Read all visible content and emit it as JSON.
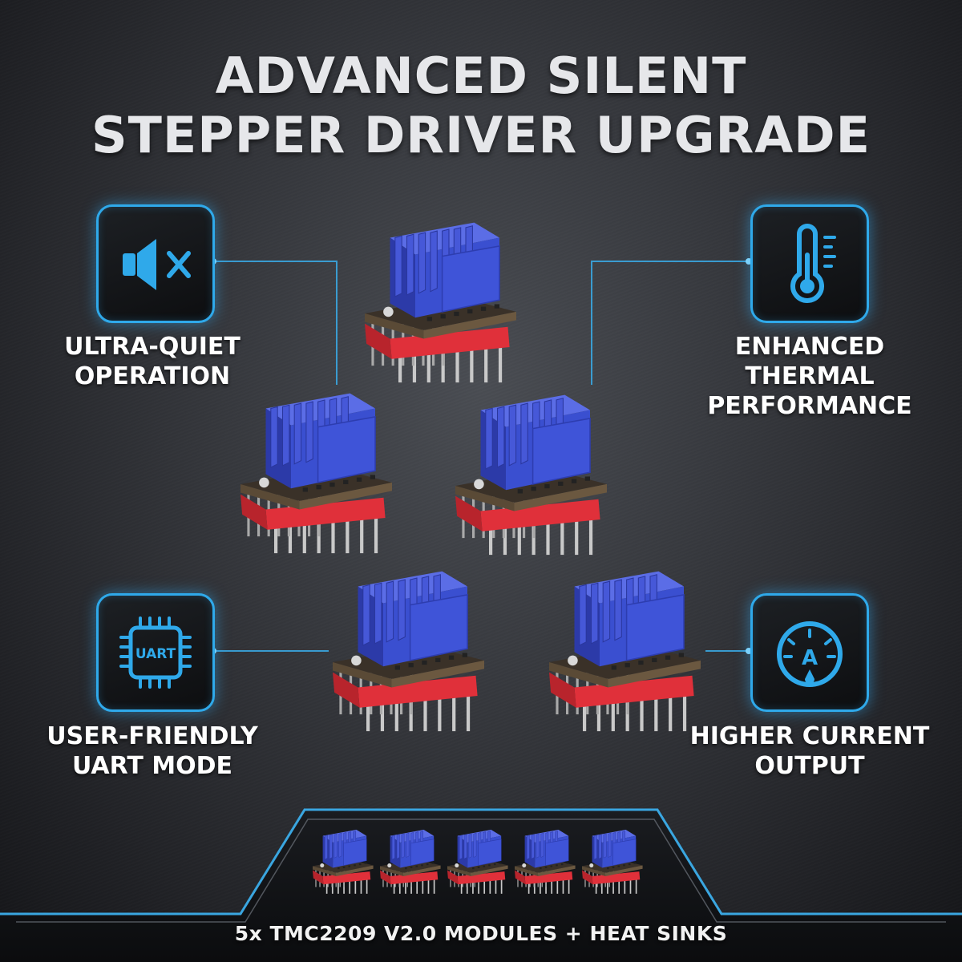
{
  "title": {
    "line1": "ADVANCED SILENT",
    "line2": "STEPPER DRIVER UPGRADE"
  },
  "features": [
    {
      "icon": "speaker-mute-icon",
      "line1": "ULTRA-QUIET",
      "line2": "OPERATION"
    },
    {
      "icon": "thermometer-icon",
      "line1": "ENHANCED",
      "line2": "THERMAL",
      "line3": "PERFORMANCE"
    },
    {
      "icon": "uart-chip-icon",
      "icon_text": "UART",
      "line1": "USER-FRIENDLY",
      "line2": "UART MODE"
    },
    {
      "icon": "ammeter-gauge-icon",
      "icon_text": "A",
      "line1": "HIGHER CURRENT",
      "line2": "OUTPUT"
    }
  ],
  "footer": "5x TMC2209 V2.0 MODULES + HEAT SINKS",
  "colors": {
    "accent": "#2fa9ea",
    "heatsink": "#3a4fd0",
    "header_pins": "#e0303a",
    "background": "#35373c"
  }
}
